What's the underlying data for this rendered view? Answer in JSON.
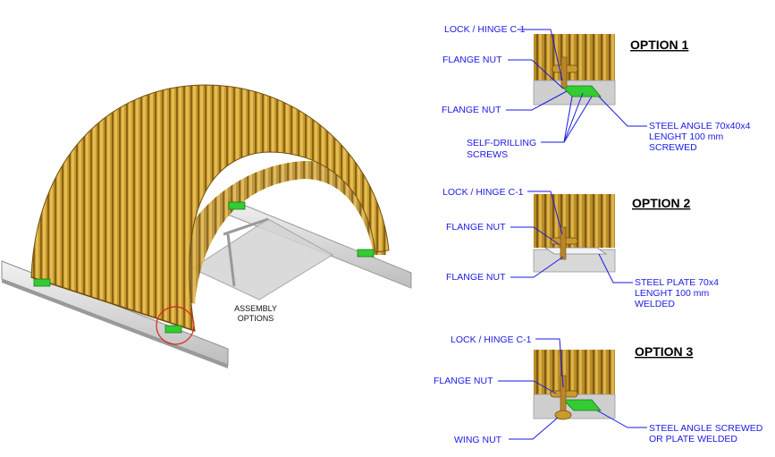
{
  "assembly_label": [
    "ASSEMBLY",
    "OPTIONS"
  ],
  "colors": {
    "label_blue": "#1a1ae6",
    "arch_gold": "#c99a2e",
    "bracket_green": "#33cc33",
    "highlight_red": "#dd2222"
  },
  "options": [
    {
      "title": "OPTION 1",
      "labels": {
        "lock": "LOCK / HINGE C-1",
        "flange_top": "FLANGE NUT",
        "flange_bottom": "FLANGE NUT",
        "screws": [
          "SELF-DRILLING",
          "SCREWS"
        ],
        "part": [
          "STEEL ANGLE 70x40x4",
          "LENGHT 100 mm",
          "SCREWED"
        ]
      }
    },
    {
      "title": "OPTION 2",
      "labels": {
        "lock": "LOCK / HINGE C-1",
        "flange_top": "FLANGE NUT",
        "flange_bottom": "FLANGE NUT",
        "part": [
          "STEEL PLATE 70x4",
          "LENGHT 100 mm",
          "WELDED"
        ]
      }
    },
    {
      "title": "OPTION 3",
      "labels": {
        "lock": "LOCK / HINGE C-1",
        "flange_top": "FLANGE NUT",
        "wing": "WING NUT",
        "part": [
          "STEEL ANGLE SCREWED",
          "OR PLATE WELDED"
        ]
      }
    }
  ]
}
